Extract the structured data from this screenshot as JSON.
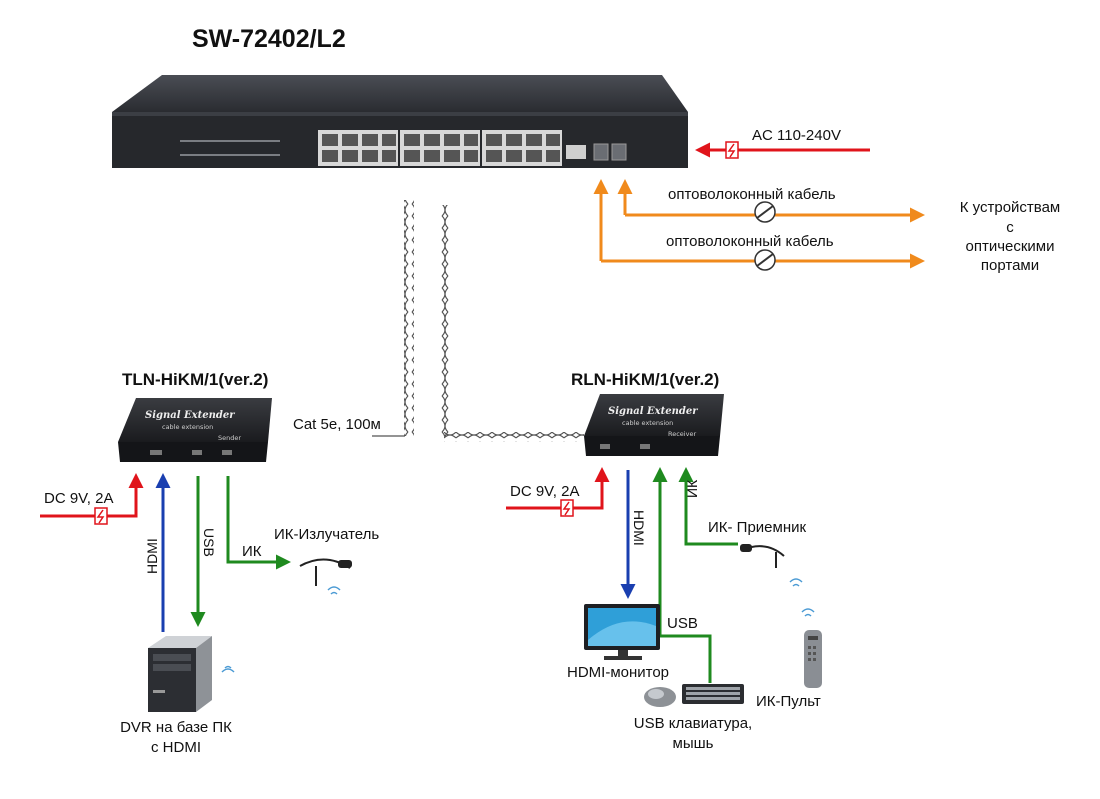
{
  "switch": {
    "model": "SW-72402/L2"
  },
  "transmitter": {
    "model": "TLN-HiKM/1(ver.2)",
    "plate_title": "Signal Extender",
    "plate_subtitle": "cable extension",
    "plate_role": "Sender"
  },
  "receiver": {
    "model": "RLN-HiKM/1(ver.2)",
    "plate_title": "Signal Extender",
    "plate_subtitle": "cable extension",
    "plate_role": "Receiver"
  },
  "labels": {
    "ac_power": "AC 110-240V",
    "fiber_cable_1": "оптоволоконный кабель",
    "fiber_cable_2": "оптоволоконный кабель",
    "optical_devices_1": "К устройствам",
    "optical_devices_2": "с",
    "optical_devices_3": "оптическими",
    "optical_devices_4": "портами",
    "cat5e": "Cat 5e, 100м",
    "dc_left": "DC 9V, 2A",
    "dc_right": "DC 9V, 2A",
    "hdmi_left": "HDMI",
    "usb_left": "USB",
    "ir_left": "ИК",
    "ir_emitter": "ИК-Излучатель",
    "dvr_line1": "DVR на базе ПК",
    "dvr_line2": "с HDMI",
    "hdmi_right": "HDMI",
    "ir_right": "ИК",
    "ir_receiver": "ИК- Приемник",
    "usb_right": "USB",
    "hdmi_monitor": "HDMI-монитор",
    "kbd_line1": "USB клавиатура,",
    "kbd_line2": "мышь",
    "ir_remote": "ИК-Пульт"
  },
  "colors": {
    "power": "#e0141b",
    "hdmi": "#1a3fb0",
    "usb_ir": "#1f8a1f",
    "fiber": "#f08a1c",
    "device_body": "#1e1f22"
  }
}
